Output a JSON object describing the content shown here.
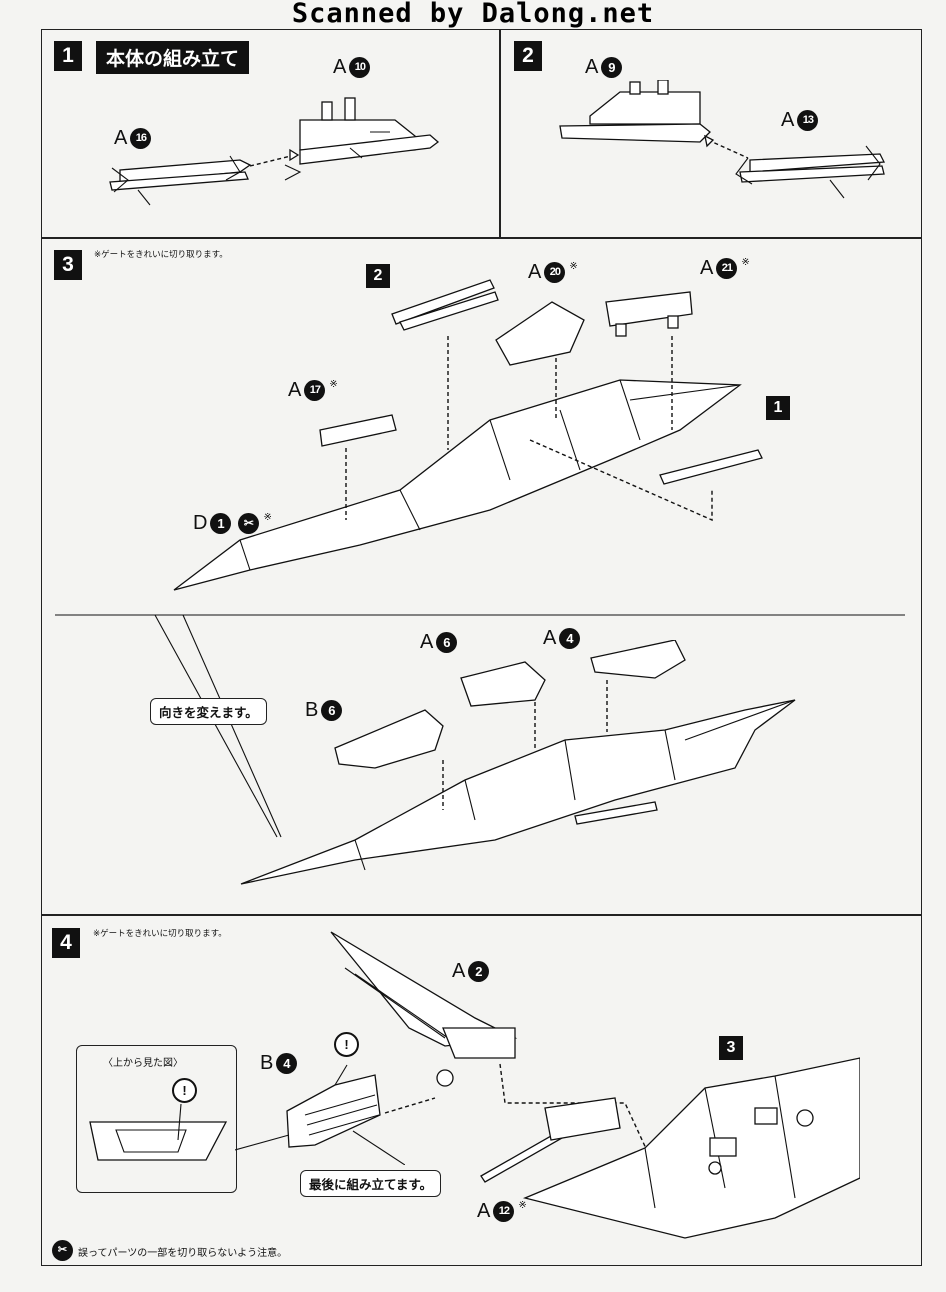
{
  "header": "Scanned by Dalong.net",
  "steps": {
    "s1": {
      "num": "1",
      "title": "本体の組み立て",
      "parts": [
        {
          "letter": "A",
          "num": "10"
        },
        {
          "letter": "A",
          "num": "16"
        }
      ]
    },
    "s2": {
      "num": "2",
      "parts": [
        {
          "letter": "A",
          "num": "9"
        },
        {
          "letter": "A",
          "num": "13"
        }
      ]
    },
    "s3": {
      "num": "3",
      "note": "※ゲートをきれいに切り取ります。",
      "parts": [
        {
          "letter": "A",
          "num": "20",
          "mark": "※"
        },
        {
          "letter": "A",
          "num": "21",
          "mark": "※"
        },
        {
          "letter": "A",
          "num": "17",
          "mark": "※"
        },
        {
          "letter": "D",
          "num": "1",
          "mark": "※"
        },
        {
          "letter": "A",
          "num": "6"
        },
        {
          "letter": "A",
          "num": "4"
        },
        {
          "letter": "B",
          "num": "6"
        }
      ],
      "refs": [
        "2",
        "1"
      ],
      "callout": "向きを変えます。"
    },
    "s4": {
      "num": "4",
      "note": "※ゲートをきれいに切り取ります。",
      "parts": [
        {
          "letter": "A",
          "num": "2"
        },
        {
          "letter": "B",
          "num": "4"
        },
        {
          "letter": "A",
          "num": "12",
          "mark": "※"
        }
      ],
      "ref": "3",
      "inset_title": "〈上から見た図〉",
      "callout": "最後に組み立てます。",
      "caution_mark": "!"
    }
  },
  "footer_note": "誤ってパーツの一部を切り取らないよう注意。"
}
